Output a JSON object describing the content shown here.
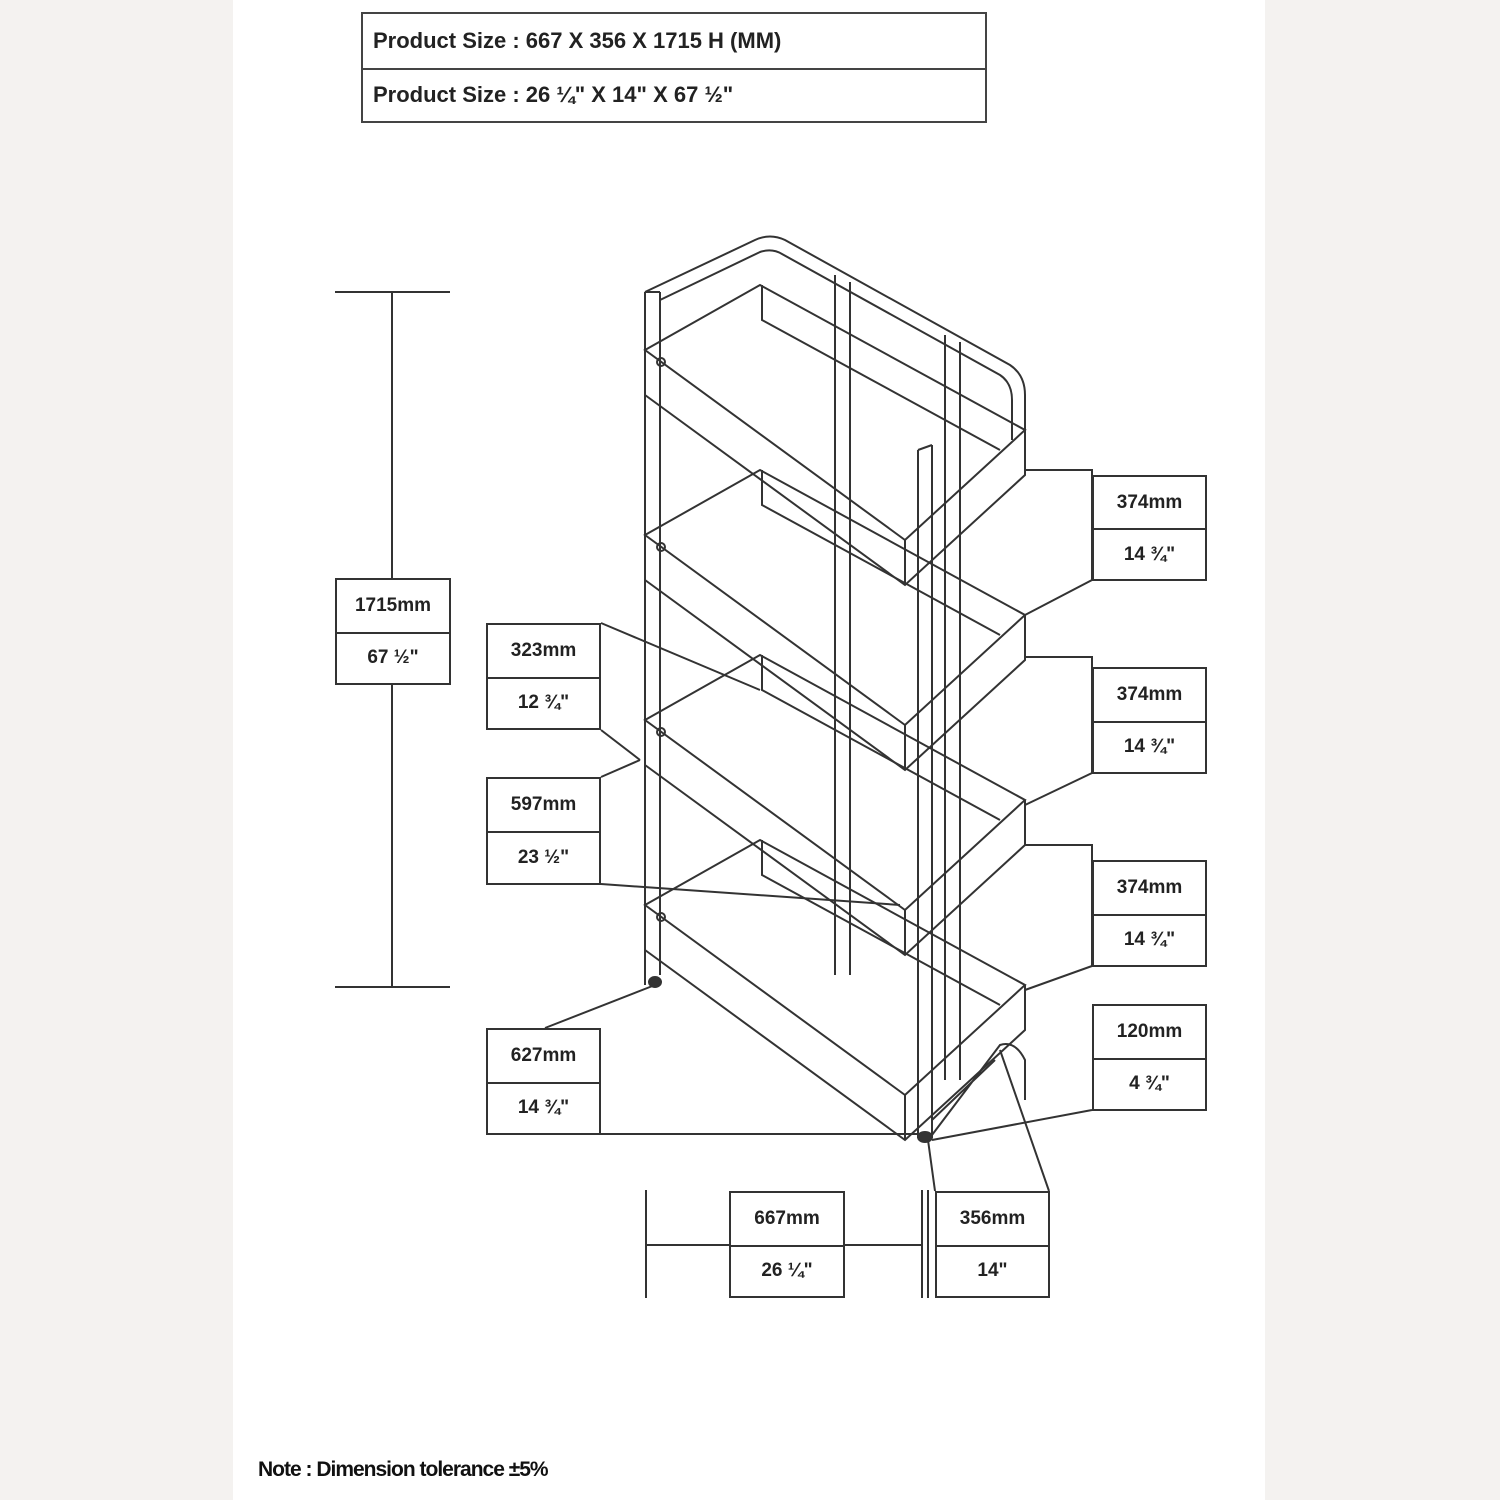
{
  "header": {
    "size_mm": "Product Size : 667 X 356 X 1715 H (MM)",
    "size_in": "Product Size : 26 ¼\" X 14\" X  67 ½\""
  },
  "dimensions": {
    "height": {
      "mm": "1715mm",
      "in": "67 ½\""
    },
    "shelf_depth": {
      "mm": "323mm",
      "in": "12 ¾\""
    },
    "shelf_width": {
      "mm": "597mm",
      "in": "23 ½\""
    },
    "base": {
      "mm": "627mm",
      "in": "14 ¾\""
    },
    "spacing_1": {
      "mm": "374mm",
      "in": "14 ¾\""
    },
    "spacing_2": {
      "mm": "374mm",
      "in": "14 ¾\""
    },
    "spacing_3": {
      "mm": "374mm",
      "in": "14 ¾\""
    },
    "bottom_clearance": {
      "mm": "120mm",
      "in": "4 ¾\""
    },
    "width": {
      "mm": "667mm",
      "in": "26 ¼\""
    },
    "depth": {
      "mm": "356mm",
      "in": "14\""
    }
  },
  "note": "Note : Dimension tolerance ±5%"
}
